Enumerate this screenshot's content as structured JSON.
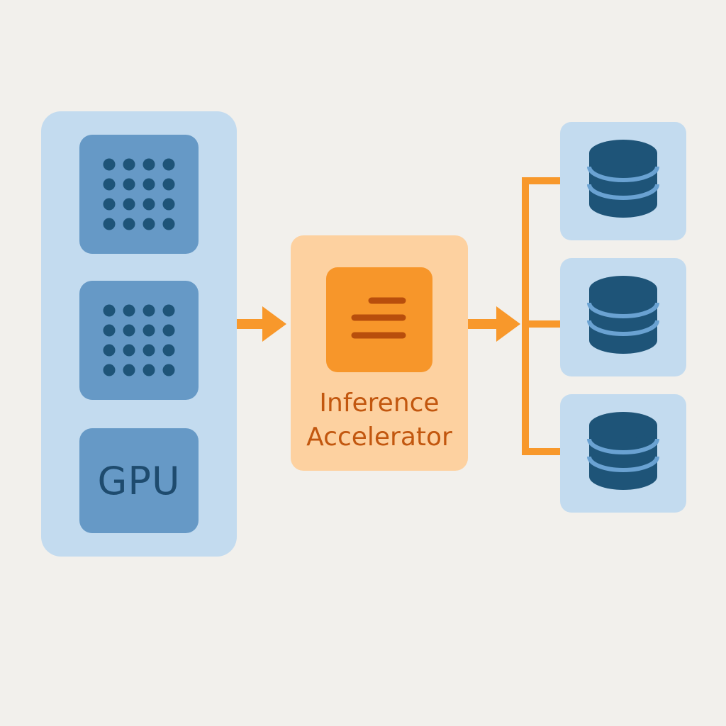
{
  "diagram": {
    "gpu_cluster": {
      "label": "GPU",
      "tile_icons": [
        "dot-grid-icon",
        "dot-grid-icon"
      ]
    },
    "accelerator": {
      "line1": "Inference",
      "line2": "Accelerator",
      "icon": "menu-lines-icon"
    },
    "storage": {
      "nodes": [
        "database-icon",
        "database-icon",
        "database-icon"
      ]
    },
    "colors": {
      "background": "#f2f0ec",
      "blue_panel": "#c3dbef",
      "blue_tile": "#6699c6",
      "blue_dark": "#1e5478",
      "orange_panel": "#fdd1a0",
      "orange_tile": "#f7962a",
      "orange_line": "#f8982b",
      "orange_text": "#c2570f"
    }
  }
}
